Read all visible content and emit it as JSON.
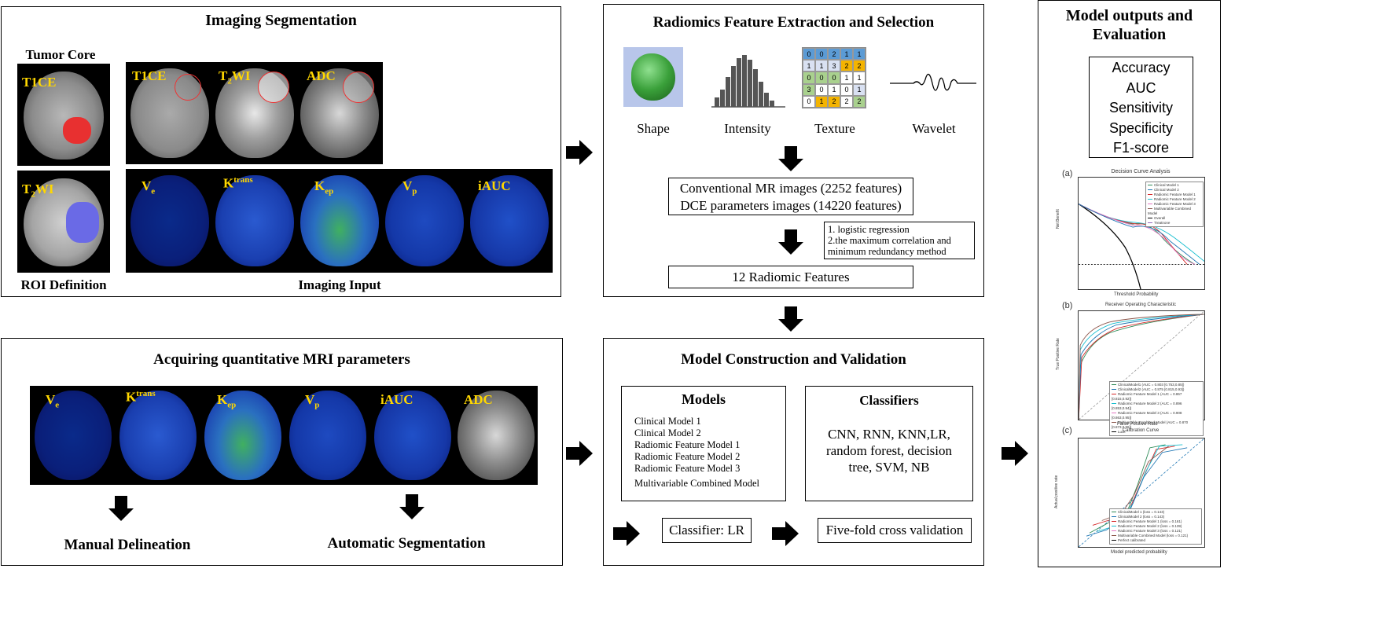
{
  "imaging_segmentation": {
    "title": "Imaging Segmentation",
    "tumor_core": "Tumor Core",
    "roi_definition": "ROI Definition",
    "imaging_input": "Imaging Input",
    "row1_labels": [
      "T1CE",
      "T",
      "WI",
      "ADC"
    ],
    "t1ce": "T1CE",
    "t2_main": "T",
    "t2_sub": "2",
    "t2_tail": "WI",
    "row2": {
      "ve": "V",
      "ve_sub": "e",
      "k": "K",
      "k_sup": "trans",
      "kep": "K",
      "kep_sub": "ep",
      "vp": "V",
      "vp_sub": "p",
      "iauc": "iAUC"
    }
  },
  "acquiring": {
    "title": "Acquiring quantitative MRI parameters",
    "manual": "Manual Delineation",
    "automatic": "Automatic Segmentation",
    "adc": "ADC"
  },
  "radiomics": {
    "title": "Radiomics Feature Extraction and Selection",
    "shape": "Shape",
    "intensity": "Intensity",
    "texture": "Texture",
    "wavelet": "Wavelet",
    "texture_grid": [
      [
        "0",
        "0",
        "2",
        "1",
        "1"
      ],
      [
        "1",
        "1",
        "3",
        "2",
        "2"
      ],
      [
        "0",
        "0",
        "0",
        "1",
        "1"
      ],
      [
        "3",
        "0",
        "1",
        "0",
        "1"
      ],
      [
        "0",
        "1",
        "2",
        "2",
        "2"
      ]
    ],
    "features_line1": "Conventional MR images (2252 features)",
    "features_line2": "DCE parameters images (14220 features)",
    "selection_line1": "1. logistic regression",
    "selection_line2": "2.the maximum correlation and",
    "selection_line3": "minimum redundancy method",
    "selected": "12 Radiomic Features"
  },
  "model_construction": {
    "title": "Model Construction and Validation",
    "models_title": "Models",
    "models": [
      "Clinical Model 1",
      "Clinical Model 2",
      "Radiomic Feature Model 1",
      "Radiomic Feature Model 2",
      "Radiomic Feature Model 3",
      "Multivariable Combined Model"
    ],
    "classifiers_title": "Classifiers",
    "classifiers_line1": "CNN, RNN, KNN,LR,",
    "classifiers_line2": "random forest, decision",
    "classifiers_line3": "tree, SVM, NB",
    "classifier_lr": "Classifier: LR",
    "cross_validation": "Five-fold cross validation"
  },
  "outputs": {
    "title_line1": "Model outputs and",
    "title_line2": "Evaluation",
    "metrics": [
      "Accuracy",
      "AUC",
      "Sensitivity",
      "Specificity",
      "F1-score"
    ],
    "plot_a_label": "(a)",
    "plot_a_title": "Decision Curve Analysis",
    "plot_a_xlabel": "Threshold Probability",
    "plot_a_ylabel": "Net Benefit",
    "plot_a_legend": [
      "Clinical Model 1",
      "Clinical Model 2",
      "Radiomic Feature Model 1",
      "Radiomic Feature Model 2",
      "Radiomic Feature Model 3",
      "Multivariable Combined Model",
      "Overall",
      "Treatnone"
    ],
    "plot_b_label": "(b)",
    "plot_b_title": "Receiver Operating Characteristic",
    "plot_b_xlabel": "False Positive Rate",
    "plot_b_ylabel": "True Positive Rate",
    "plot_b_legend": [
      "ClinicalModel1 (AUC = 0.803 [0.753,0.85])",
      "ClinicalModel2 (AUC = 0.875 [0.815,0.93])",
      "Radiomic Feature Model 1 (AUC = 0.867 [0.815,0.92])",
      "Radiomic Feature Model 2 (AUC = 0.896 [0.853,0.94])",
      "Radiomic Feature Model 3 (AUC = 0.908 [0.863,0.95])",
      "Multivariable Combined Model (AUC = 0.870 [0.873,0.96])",
      "Luck"
    ],
    "plot_c_label": "(c)",
    "plot_c_title": "Calibration Curve",
    "plot_c_xlabel": "Model predicted probability",
    "plot_c_ylabel": "Actual positive rate",
    "plot_c_legend": [
      "ClinicalModel 1 (loss = 0.143)",
      "ClinicalModel 2 (loss = 0.143)",
      "Radiomic Feature Model 1 (loss = 0.161)",
      "Radiomic Feature Model 2 (loss = 0.139)",
      "Radiomic Feature Model 3 (loss = 0.121)",
      "Multivariable Combined Model (loss = 0.121)",
      "Perfect calibrated"
    ],
    "colors": [
      "#2e8b57",
      "#1f77b4",
      "#d62728",
      "#17becf",
      "#e377c2",
      "#8c564b",
      "#000000",
      "#9467bd"
    ]
  }
}
